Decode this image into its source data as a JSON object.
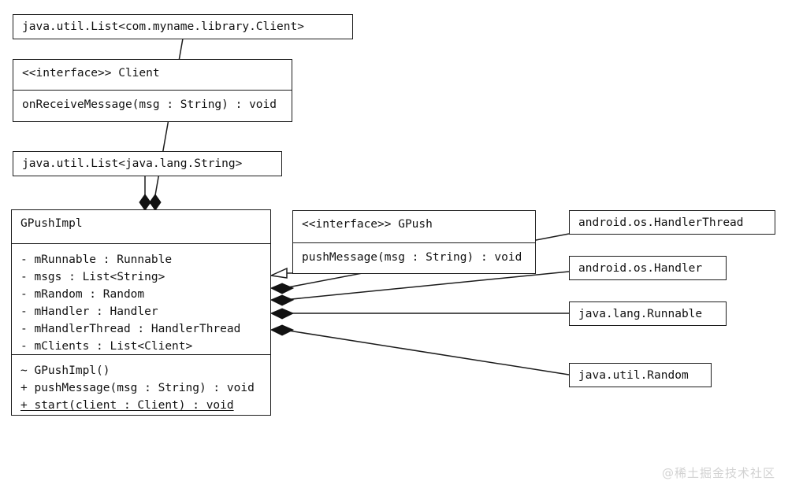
{
  "diagram": {
    "kind": "uml-class-diagram",
    "background_color": "#ffffff",
    "line_color": "#1c1c1c",
    "text_color": "#111111"
  },
  "boxes": {
    "list_of_client": {
      "title": "java.util.List<com.myname.library.Client>"
    },
    "client_interface": {
      "title": "<<interface>> Client",
      "methods": [
        "onReceiveMessage(msg : String) : void"
      ]
    },
    "list_of_string": {
      "title": "java.util.List<java.lang.String>"
    },
    "gpush_impl": {
      "title": "GPushImpl",
      "fields": [
        "- mRunnable : Runnable",
        "- msgs : List<String>",
        "- mRandom : Random",
        "- mHandler : Handler",
        "- mHandlerThread : HandlerThread",
        "- mClients : List<Client>"
      ],
      "methods": [
        {
          "text": "~ GPushImpl()",
          "static": false
        },
        {
          "text": "+ pushMessage(msg : String) : void",
          "static": false
        },
        {
          "text": "+ start(client : Client) : void",
          "static": true
        }
      ]
    },
    "gpush_interface": {
      "title": "<<interface>> GPush",
      "methods": [
        "pushMessage(msg : String) : void"
      ]
    },
    "handler_thread": {
      "title": "android.os.HandlerThread"
    },
    "handler": {
      "title": "android.os.Handler"
    },
    "runnable": {
      "title": "java.lang.Runnable"
    },
    "random": {
      "title": "java.util.Random"
    }
  },
  "relationships": [
    {
      "name": "gpushimpl-composes-list-of-client",
      "type": "composition",
      "from": "gpush_impl",
      "to": "list_of_client"
    },
    {
      "name": "gpushimpl-composes-list-of-string",
      "type": "composition",
      "from": "gpush_impl",
      "to": "list_of_string"
    },
    {
      "name": "gpushimpl-realizes-gpush",
      "type": "realization",
      "from": "gpush_impl",
      "to": "gpush_interface"
    },
    {
      "name": "gpushimpl-composes-handler-thread",
      "type": "composition",
      "from": "gpush_impl",
      "to": "handler_thread"
    },
    {
      "name": "gpushimpl-composes-handler",
      "type": "composition",
      "from": "gpush_impl",
      "to": "handler"
    },
    {
      "name": "gpushimpl-composes-runnable",
      "type": "composition",
      "from": "gpush_impl",
      "to": "runnable"
    },
    {
      "name": "gpushimpl-composes-random",
      "type": "composition",
      "from": "gpush_impl",
      "to": "random"
    }
  ],
  "watermark": {
    "text": "@稀土掘金技术社区"
  }
}
